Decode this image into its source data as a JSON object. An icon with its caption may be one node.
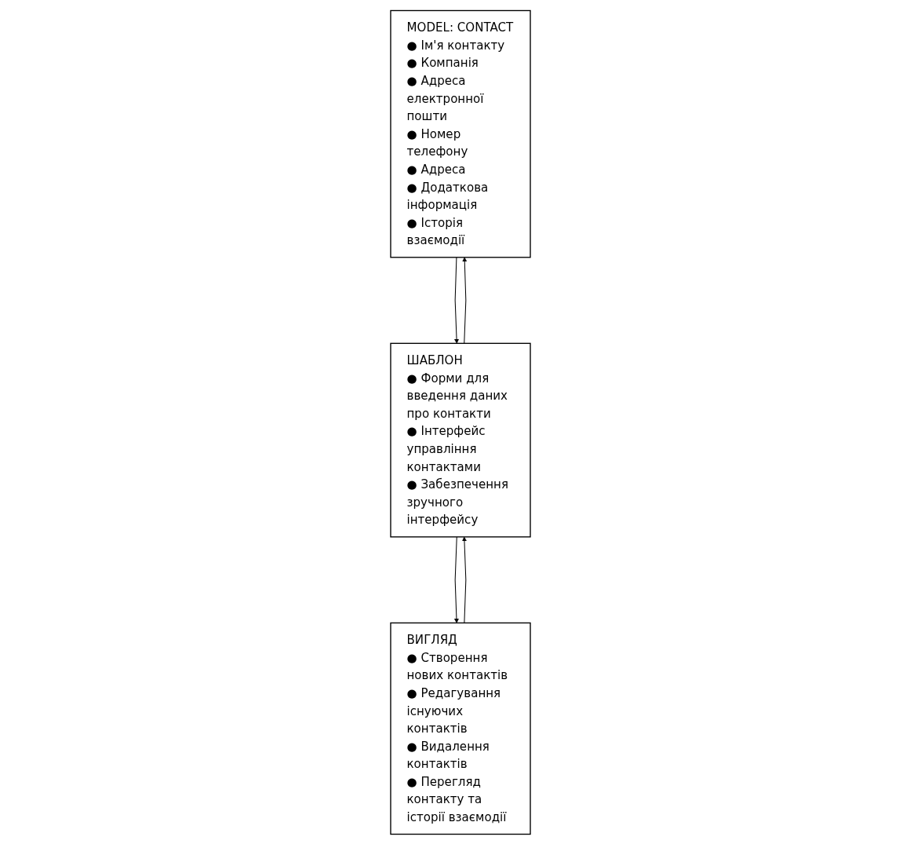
{
  "diagram": {
    "nodes": [
      {
        "text": [
          "MODEL: CONTACT",
          "● Ім'я контакту",
          "● Компанія",
          "● Адреса електронної пошти",
          "● Номер телефону",
          "● Адреса",
          "● Додаткова інформація",
          "● Історія взаємодії"
        ]
      },
      {
        "text": [
          "ВИГЛЯД",
          "● Створення нових контактів",
          "● Редагування існуючих контактів",
          "● Видалення контактів",
          "● Перегляд контакту та історії взаємодії"
        ]
      },
      {
        "text": [
          "ШАБЛОН",
          "● Форми для введення даних про контакти",
          "● Інтерфейс управління контактами",
          "● Забезпечення зручного інтерфейсу"
        ]
      }
    ],
    "edges": [
      {
        "from": 0,
        "to": 2,
        "arrow": "to"
      },
      {
        "from": 2,
        "to": 0,
        "arrow": "to"
      },
      {
        "from": 1,
        "to": 2,
        "arrow": "to"
      },
      {
        "from": 2,
        "to": 1,
        "arrow": "to"
      }
    ]
  }
}
